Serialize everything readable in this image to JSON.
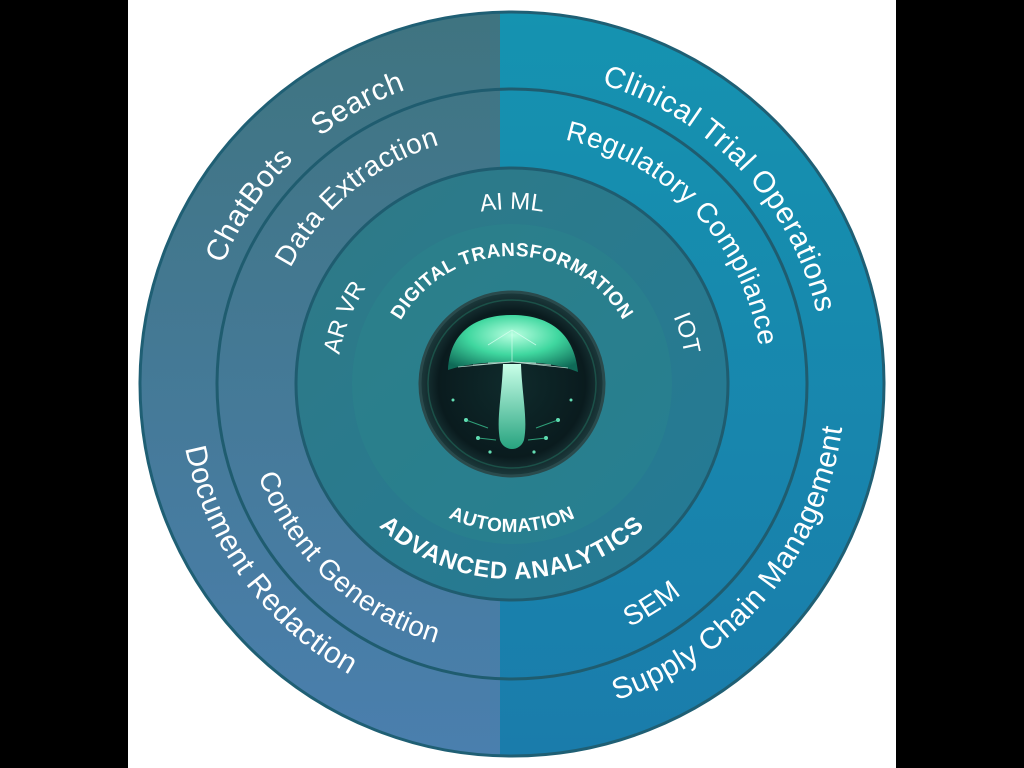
{
  "outer_ring": {
    "search": "Search",
    "chatbots": "ChatBots",
    "document_redaction": "Document Redaction",
    "clinical_trial_operations": "Clinical Trial Operations",
    "supply_chain_management": "Supply Chain Management"
  },
  "middle_ring": {
    "data_extraction": "Data Extraction",
    "content_generation": "Content Generation",
    "regulatory_compliance": "Regulatory Compliance",
    "sem": "SEM"
  },
  "inner_ring": {
    "ai_ml": "AI ML",
    "ar_vr": "AR VR",
    "iot": "IOT",
    "advanced_analytics": "ADVANCED ANALYTICS"
  },
  "core_ring": {
    "digital_transformation": "DIGITAL TRANSFORMATION",
    "automation": "AUTOMATION"
  },
  "colors": {
    "left_outer": "#3a6f8a",
    "right_outer": "#1486a8",
    "inner": "#2a7f8c",
    "core_glow": "#36d3a0"
  },
  "icons": {
    "center": "mushroom-icon"
  }
}
